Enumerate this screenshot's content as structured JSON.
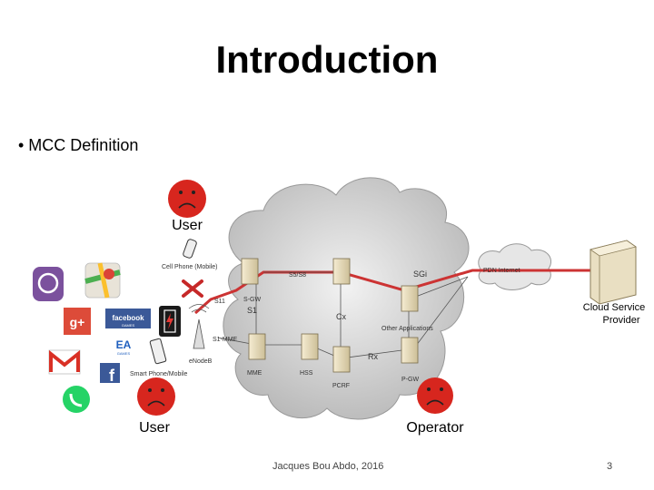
{
  "slide": {
    "title": "Introduction",
    "bullet": "• MCC Definition",
    "footer": "Jacques Bou Abdo, 2016",
    "page_number": "3"
  },
  "diagram": {
    "user_top_label": "User",
    "user_bottom_label": "User",
    "operator_label": "Operator",
    "cloud_provider_label_line1": "Cloud Service",
    "cloud_provider_label_line2": "Provider",
    "cell_phone_label": "Cell Phone (Mobile)",
    "smartphone_label": "Smart Phone/Mobile",
    "enodeb_label": "eNodeB",
    "nodes": {
      "s1_label": "S1",
      "cx_label": "Cx",
      "rx_label": "Rx",
      "sgi_label": "SGi",
      "s11_label": "S11",
      "mme_label": "MME",
      "hss_label": "HSS",
      "pcrf_label": "PCRF",
      "pgw_label": "P-GW",
      "sgw_label": "S-GW",
      "pdn_label": "PDN Internet",
      "other_apps_label": "Other Applications",
      "s1mme_label": "S1-MME"
    },
    "app_icons": [
      "viber-icon",
      "google-maps-icon",
      "google-plus-icon",
      "facebook-games-icon",
      "battery-icon",
      "ea-games-icon",
      "gmail-icon",
      "facebook-icon",
      "whatsapp-icon"
    ],
    "colors": {
      "sad_face": "#d7261e",
      "red_link": "#cc3333",
      "cloud": "#c9c9c9"
    }
  }
}
